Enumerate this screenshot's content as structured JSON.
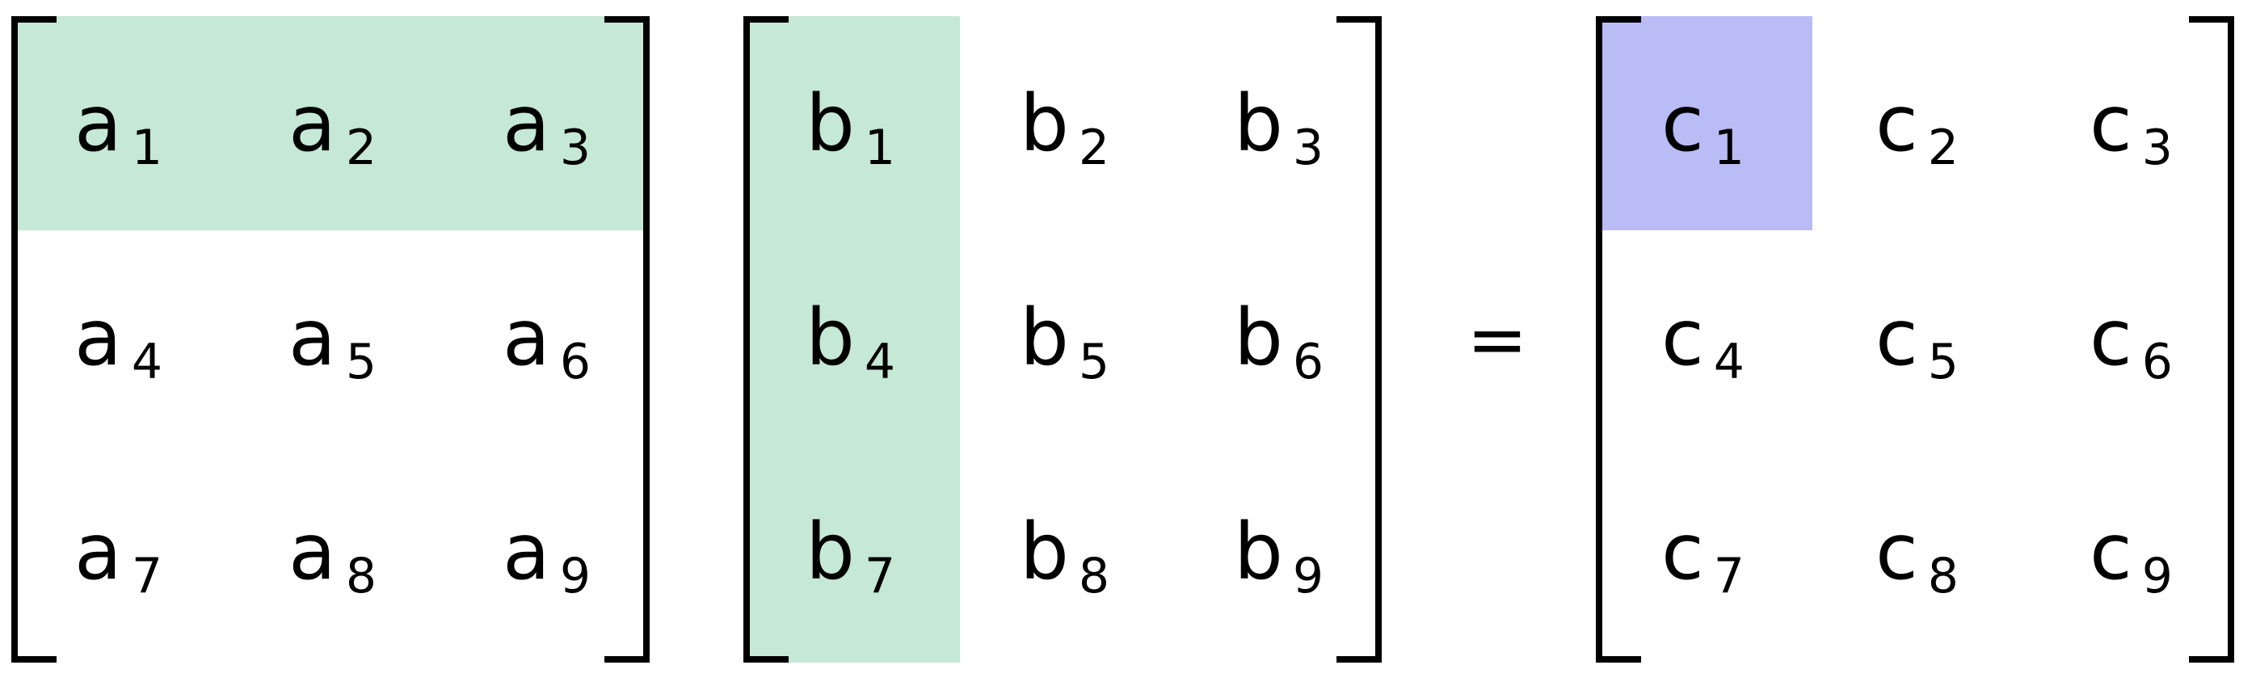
{
  "colors": {
    "row_highlight": "#c6e8d6",
    "column_highlight": "#c6e8d6",
    "result_highlight": "#babcf5",
    "ink": "#000000"
  },
  "matrices": [
    {
      "id": "a",
      "highlight": "row-1",
      "cells": [
        {
          "sym": "a",
          "sub": "1"
        },
        {
          "sym": "a",
          "sub": "2"
        },
        {
          "sym": "a",
          "sub": "3"
        },
        {
          "sym": "a",
          "sub": "4"
        },
        {
          "sym": "a",
          "sub": "5"
        },
        {
          "sym": "a",
          "sub": "6"
        },
        {
          "sym": "a",
          "sub": "7"
        },
        {
          "sym": "a",
          "sub": "8"
        },
        {
          "sym": "a",
          "sub": "9"
        }
      ]
    },
    {
      "id": "b",
      "highlight": "column-1",
      "cells": [
        {
          "sym": "b",
          "sub": "1"
        },
        {
          "sym": "b",
          "sub": "2"
        },
        {
          "sym": "b",
          "sub": "3"
        },
        {
          "sym": "b",
          "sub": "4"
        },
        {
          "sym": "b",
          "sub": "5"
        },
        {
          "sym": "b",
          "sub": "6"
        },
        {
          "sym": "b",
          "sub": "7"
        },
        {
          "sym": "b",
          "sub": "8"
        },
        {
          "sym": "b",
          "sub": "9"
        }
      ]
    },
    {
      "id": "c",
      "highlight": "cell-1",
      "cells": [
        {
          "sym": "c",
          "sub": "1"
        },
        {
          "sym": "c",
          "sub": "2"
        },
        {
          "sym": "c",
          "sub": "3"
        },
        {
          "sym": "c",
          "sub": "4"
        },
        {
          "sym": "c",
          "sub": "5"
        },
        {
          "sym": "c",
          "sub": "6"
        },
        {
          "sym": "c",
          "sub": "7"
        },
        {
          "sym": "c",
          "sub": "8"
        },
        {
          "sym": "c",
          "sub": "9"
        }
      ]
    }
  ],
  "equals": "="
}
